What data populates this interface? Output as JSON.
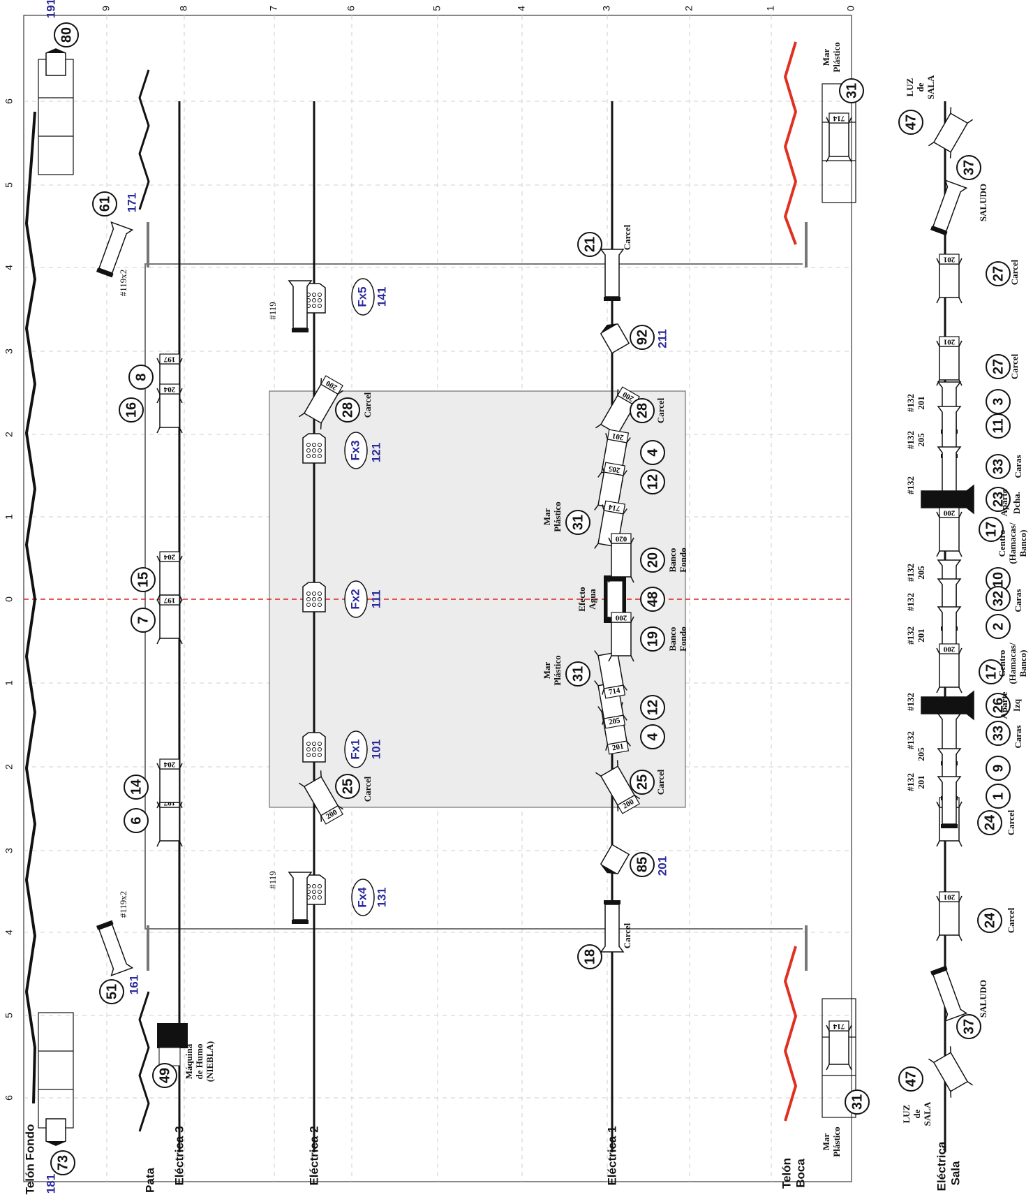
{
  "labels": {
    "telon_fondo": "Telón Fondo",
    "pata": "Pata",
    "electrica_3": "Eléctrica 3",
    "electrica_2": "Eléctrica 2",
    "electrica_1": "Eléctrica 1",
    "telon_boca": [
      "Telón",
      "Boca"
    ],
    "electrica_sala": [
      "Eléctrica",
      "Sala"
    ],
    "smoke_machine": [
      "Máquina",
      "de Humo",
      "(NIEBLA)"
    ],
    "water_effect": [
      "Efecto",
      "Agua"
    ],
    "mar_plastico": [
      "Mar",
      "Plástico"
    ],
    "banco_fondo": [
      "Banco",
      "Fondo"
    ],
    "luz_de_sala": [
      "LUZ",
      "de",
      "SALA"
    ],
    "saludo": "SALUDO",
    "carcel": "Carcel",
    "caras": "Caras",
    "centro_banco": [
      "Centro",
      "(Hamacas/",
      "Banco)"
    ],
    "aparte_izq": [
      "Aparte",
      "Izq"
    ],
    "aparte_dcha": [
      "Aparte",
      "Dcha."
    ],
    "count_181": "181",
    "count_191": "191"
  },
  "axis_top": [
    "9",
    "8",
    "7",
    "6",
    "5",
    "4",
    "3",
    "2",
    "1",
    "0"
  ],
  "axis_left": [
    "6",
    "5",
    "4",
    "3",
    "2",
    "1",
    "0",
    "1",
    "2",
    "3",
    "4",
    "5",
    "6"
  ],
  "gels": {
    "g119": "#119",
    "g119x2": "#119x2",
    "g132": "#132",
    "g197": "197",
    "g204": "204",
    "g205": "205",
    "g201": "201",
    "g200": "200",
    "g714": "714",
    "g020": "020"
  },
  "channels": {
    "c1": "1",
    "c2": "2",
    "c3": "3",
    "c4": "4",
    "c6": "6",
    "c7": "7",
    "c8": "8",
    "c9": "9",
    "c10": "10",
    "c11": "11",
    "c12": "12",
    "c14": "14",
    "c15": "15",
    "c16": "16",
    "c17": "17",
    "c18": "18",
    "c19": "19",
    "c20": "20",
    "c21": "21",
    "c23": "23",
    "c24": "24",
    "c25": "25",
    "c26": "26",
    "c27": "27",
    "c28": "28",
    "c31": "31",
    "c32": "32",
    "c33": "33",
    "c37": "37",
    "c47": "47",
    "c48": "48",
    "c49": "49",
    "c51": "51",
    "c61": "61",
    "c73": "73",
    "c80": "80",
    "c85": "85",
    "c92": "92"
  },
  "effects": {
    "fx1": "Fx1",
    "fx2": "Fx2",
    "fx3": "Fx3",
    "fx4": "Fx4",
    "fx5": "Fx5",
    "n101": "101",
    "n111": "111",
    "n121": "121",
    "n131": "131",
    "n141": "141",
    "n161": "161",
    "n171": "171",
    "n201": "201",
    "n211": "211"
  },
  "colors": {
    "line": "#111111",
    "blue_text": "#2a2a9a",
    "red_center": "#e02020",
    "red_curtain": "#e03020",
    "gray_area": "#ececec",
    "grid": "#cfcfcf"
  }
}
